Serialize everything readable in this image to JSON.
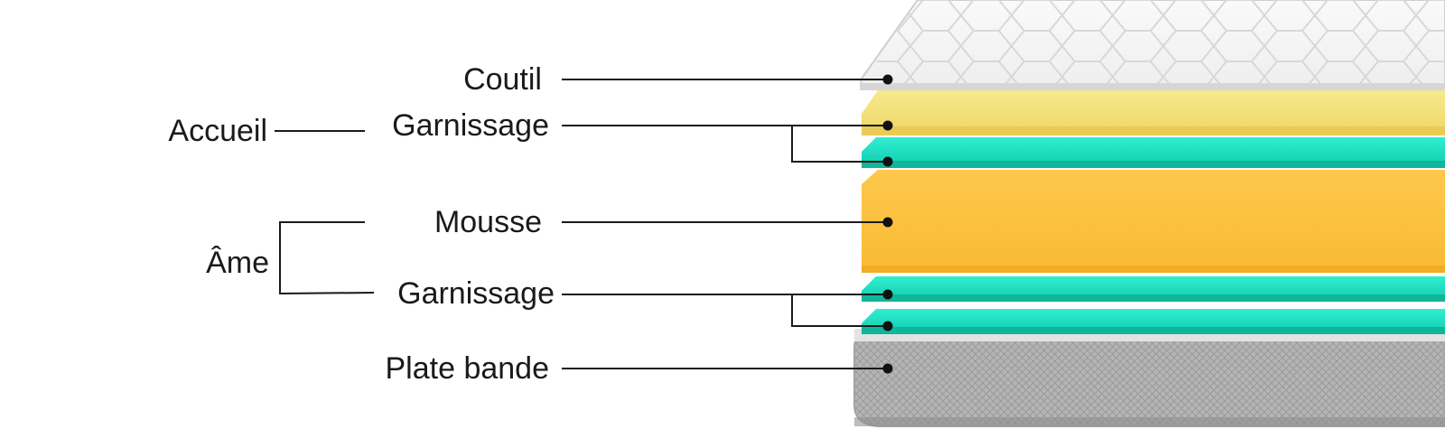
{
  "labels": {
    "coutil": "Coutil",
    "accueil": "Accueil",
    "garnissage_top": "Garnissage",
    "mousse": "Mousse",
    "ame": "Âme",
    "garnissage_bottom": "Garnissage",
    "plate_bande": "Plate bande"
  },
  "colors": {
    "cover": "#f4f4f4",
    "cover_quilt": "#dcdcdc",
    "yellow_layer": "#f3e27a",
    "teal_layer": "#1fe3c4",
    "orange_layer": "#fcc140",
    "border_fabric": "#b9b9b9"
  }
}
